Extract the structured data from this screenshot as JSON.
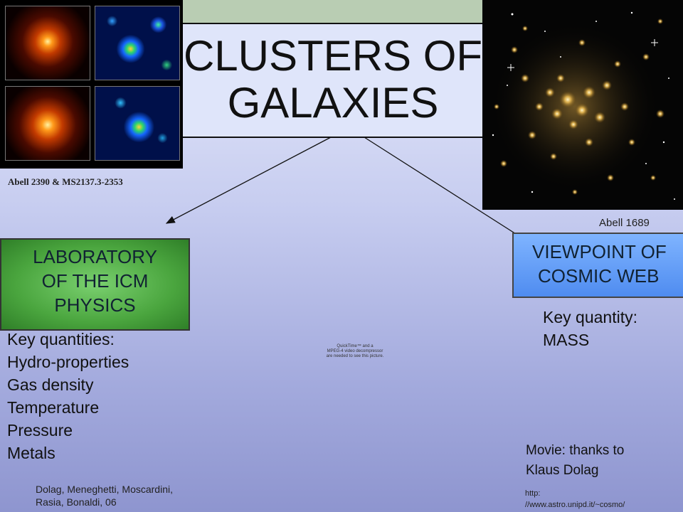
{
  "title": {
    "line1": "CLUSTERS OF",
    "line2": "GALAXIES"
  },
  "left_image_caption": "Abell 2390 & MS2137.3-2353",
  "right_image_caption": "Abell 1689",
  "laboratory_box": {
    "line1": "LABORATORY",
    "line2": "OF THE ICM",
    "line3": "PHYSICS"
  },
  "viewpoint_box": {
    "line1": "VIEWPOINT OF",
    "line2": "COSMIC WEB"
  },
  "left_quantities": {
    "heading": "Key quantities:",
    "items": [
      "Hydro-properties",
      "Gas density",
      "Temperature",
      "Pressure",
      "Metals"
    ]
  },
  "right_quantities": {
    "line1": "Key quantity:",
    "line2": "MASS"
  },
  "movie_credit": {
    "line1": "Movie: thanks to",
    "line2": "Klaus Dolag"
  },
  "references": {
    "line1": "Dolag, Meneghetti, Moscardini,",
    "line2": "Rasia, Bonaldi, 06"
  },
  "url": {
    "line1": "http:",
    "line2": "//www.astro.unipd.it/~cosmo/"
  },
  "quicktime_notice": {
    "line1": "QuickTime™ and a",
    "line2": "MPEG-4 video decompressor",
    "line3": "are needed to see this picture."
  },
  "colors": {
    "green_box": "#4aa53e",
    "blue_box": "#5a95f2",
    "top_band": "#b9cdb3"
  }
}
